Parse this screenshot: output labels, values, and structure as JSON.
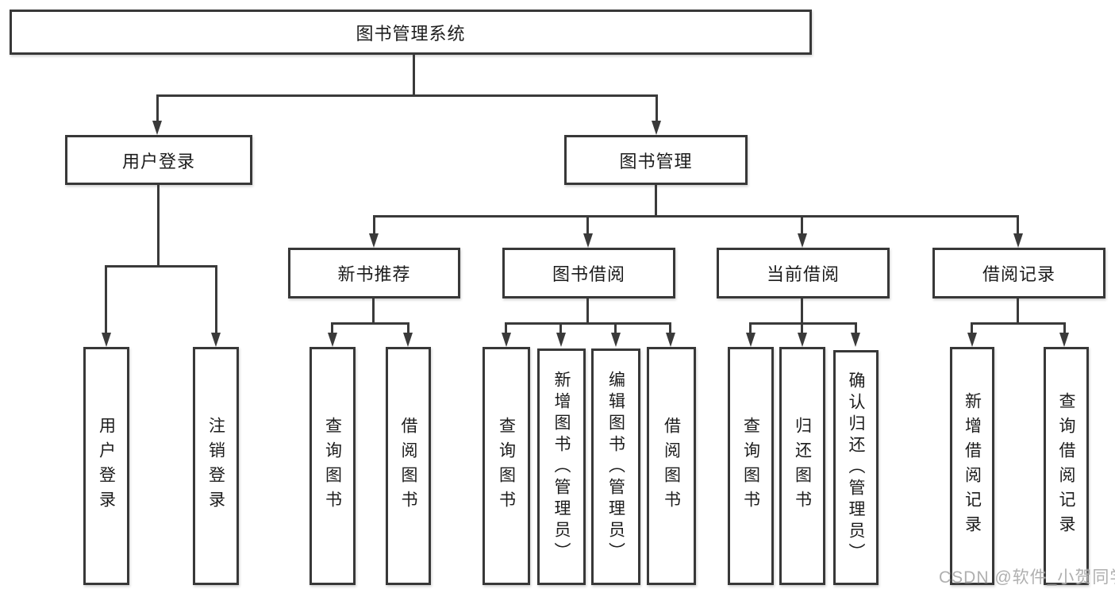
{
  "diagram": {
    "type": "hierarchy-tree",
    "title": "图书管理系统"
  },
  "nodes": {
    "root": {
      "label": "图书管理系统"
    },
    "user_login": {
      "label": "用户登录"
    },
    "book_management": {
      "label": "图书管理"
    },
    "new_book_recommend": {
      "label": "新书推荐"
    },
    "book_borrowing": {
      "label": "图书借阅"
    },
    "current_borrowing": {
      "label": "当前借阅"
    },
    "borrow_records": {
      "label": "借阅记录"
    },
    "leaf_user_login": {
      "label": "用户登录"
    },
    "leaf_logout": {
      "label": "注销登录"
    },
    "leaf_query_books_recommend": {
      "label": "查询图书"
    },
    "leaf_borrow_books_recommend": {
      "label": "借阅图书"
    },
    "leaf_query_books_borrowing": {
      "label": "查询图书"
    },
    "leaf_add_book_admin": {
      "label": "新增图书（管理员）"
    },
    "leaf_edit_book_admin": {
      "label": "编辑图书（管理员）"
    },
    "leaf_borrow_books_borrowing": {
      "label": "借阅图书"
    },
    "leaf_query_books_current": {
      "label": "查询图书"
    },
    "leaf_return_books": {
      "label": "归还图书"
    },
    "leaf_confirm_return_admin": {
      "label": "确认归还（管理员）"
    },
    "leaf_add_borrow_record": {
      "label": "新增借阅记录"
    },
    "leaf_query_borrow_record": {
      "label": "查询借阅记录"
    }
  },
  "edges": [
    [
      "root",
      "user_login"
    ],
    [
      "root",
      "book_management"
    ],
    [
      "user_login",
      "leaf_user_login"
    ],
    [
      "user_login",
      "leaf_logout"
    ],
    [
      "book_management",
      "new_book_recommend"
    ],
    [
      "book_management",
      "book_borrowing"
    ],
    [
      "book_management",
      "current_borrowing"
    ],
    [
      "book_management",
      "borrow_records"
    ],
    [
      "new_book_recommend",
      "leaf_query_books_recommend"
    ],
    [
      "new_book_recommend",
      "leaf_borrow_books_recommend"
    ],
    [
      "book_borrowing",
      "leaf_query_books_borrowing"
    ],
    [
      "book_borrowing",
      "leaf_add_book_admin"
    ],
    [
      "book_borrowing",
      "leaf_edit_book_admin"
    ],
    [
      "book_borrowing",
      "leaf_borrow_books_borrowing"
    ],
    [
      "current_borrowing",
      "leaf_query_books_current"
    ],
    [
      "current_borrowing",
      "leaf_return_books"
    ],
    [
      "current_borrowing",
      "leaf_confirm_return_admin"
    ],
    [
      "borrow_records",
      "leaf_add_borrow_record"
    ],
    [
      "borrow_records",
      "leaf_query_borrow_record"
    ]
  ],
  "watermark": {
    "text": "CSDN @软件_小贺同学"
  },
  "colors": {
    "line": "#3a3a3a",
    "border": "#383838",
    "text": "#1c1c1c",
    "background": "#ffffff",
    "watermark": "#a8a8a8"
  }
}
